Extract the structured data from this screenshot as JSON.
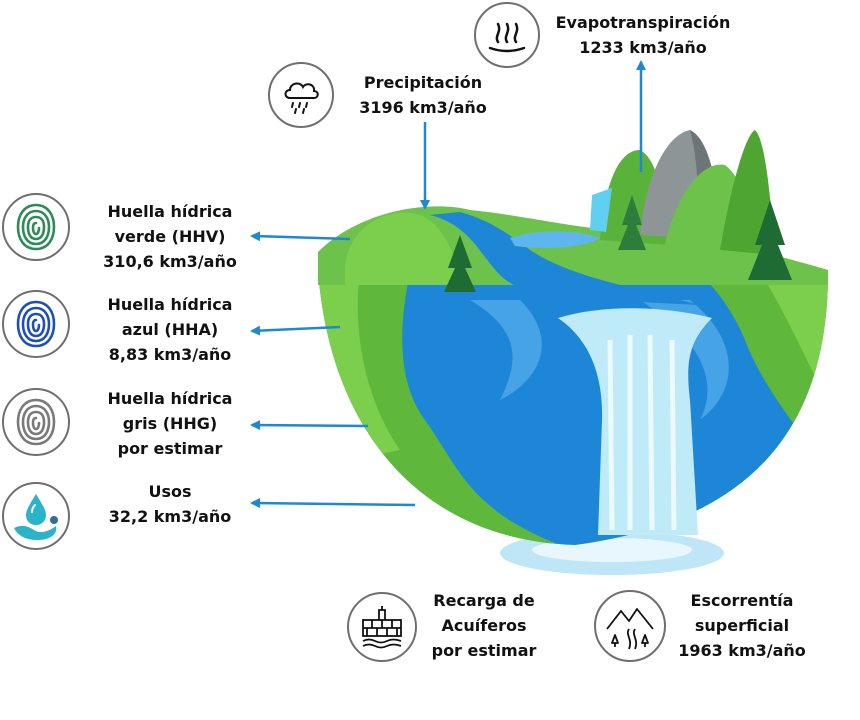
{
  "evapotranspiracion": {
    "title": "Evapotranspiración",
    "value": "1233 km3/año"
  },
  "precipitacion": {
    "title": "Precipitación",
    "value": "3196 km3/año"
  },
  "hhv": {
    "line1": "Huella hídrica",
    "line2": "verde (HHV)",
    "value": "310,6 km3/año",
    "color": "#2e8b57"
  },
  "hha": {
    "line1": "Huella hídrica",
    "line2": "azul (HHA)",
    "value": "8,83 km3/año",
    "color": "#1f4fb5"
  },
  "hhg": {
    "line1": "Huella hídrica",
    "line2": "gris (HHG)",
    "value": "por estimar",
    "color": "#7a7a7a"
  },
  "usos": {
    "title": "Usos",
    "value": "32,2 km3/año",
    "color": "#2bb3c9"
  },
  "recarga": {
    "line1": "Recarga de",
    "line2": "Acuíferos",
    "value": "por estimar"
  },
  "escorrentia": {
    "line1": "Escorrentía",
    "line2": "superficial",
    "value": "1963 km3/año"
  },
  "colors": {
    "arrow": "#1e88d0",
    "earth_green": "#5fb83c",
    "water_blue": "#1e86d6"
  },
  "icons": [
    "evaporation-icon",
    "rain-cloud-icon",
    "fingerprint-green-icon",
    "fingerprint-blue-icon",
    "fingerprint-gray-icon",
    "water-hand-icon",
    "aquifer-wall-icon",
    "mountain-river-icon"
  ]
}
